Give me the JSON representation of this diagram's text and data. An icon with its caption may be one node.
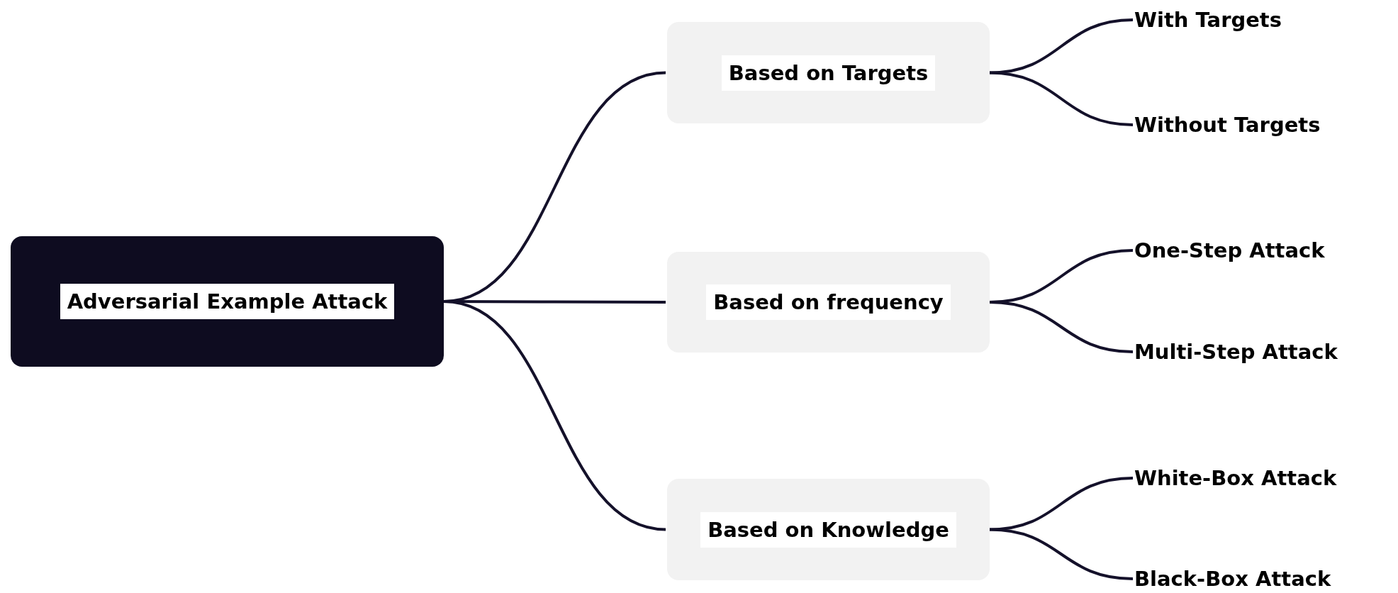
{
  "diagram": {
    "nodes": [
      {
        "text": [
          "Adversarial Example Attack"
        ]
      },
      {
        "text": [
          "Based on Targets"
        ]
      },
      {
        "text": [
          "With Targets"
        ]
      },
      {
        "text": [
          "Without Targets"
        ]
      },
      {
        "text": [
          "Based on frequency"
        ]
      },
      {
        "text": [
          "One-Step Attack"
        ]
      },
      {
        "text": [
          "Multi-Step Attack"
        ]
      },
      {
        "text": [
          "Based on Knowledge"
        ]
      },
      {
        "text": [
          "White-Box Attack"
        ]
      },
      {
        "text": [
          "Black-Box Attack"
        ]
      }
    ],
    "edges": [
      {
        "from": 0,
        "to": 1,
        "arrow": "none"
      },
      {
        "from": 1,
        "to": 2,
        "arrow": "none"
      },
      {
        "from": 1,
        "to": 3,
        "arrow": "none"
      },
      {
        "from": 0,
        "to": 4,
        "arrow": "none"
      },
      {
        "from": 4,
        "to": 5,
        "arrow": "none"
      },
      {
        "from": 4,
        "to": 6,
        "arrow": "none"
      },
      {
        "from": 0,
        "to": 7,
        "arrow": "none"
      },
      {
        "from": 7,
        "to": 8,
        "arrow": "none"
      },
      {
        "from": 7,
        "to": 9,
        "arrow": "none"
      }
    ]
  }
}
